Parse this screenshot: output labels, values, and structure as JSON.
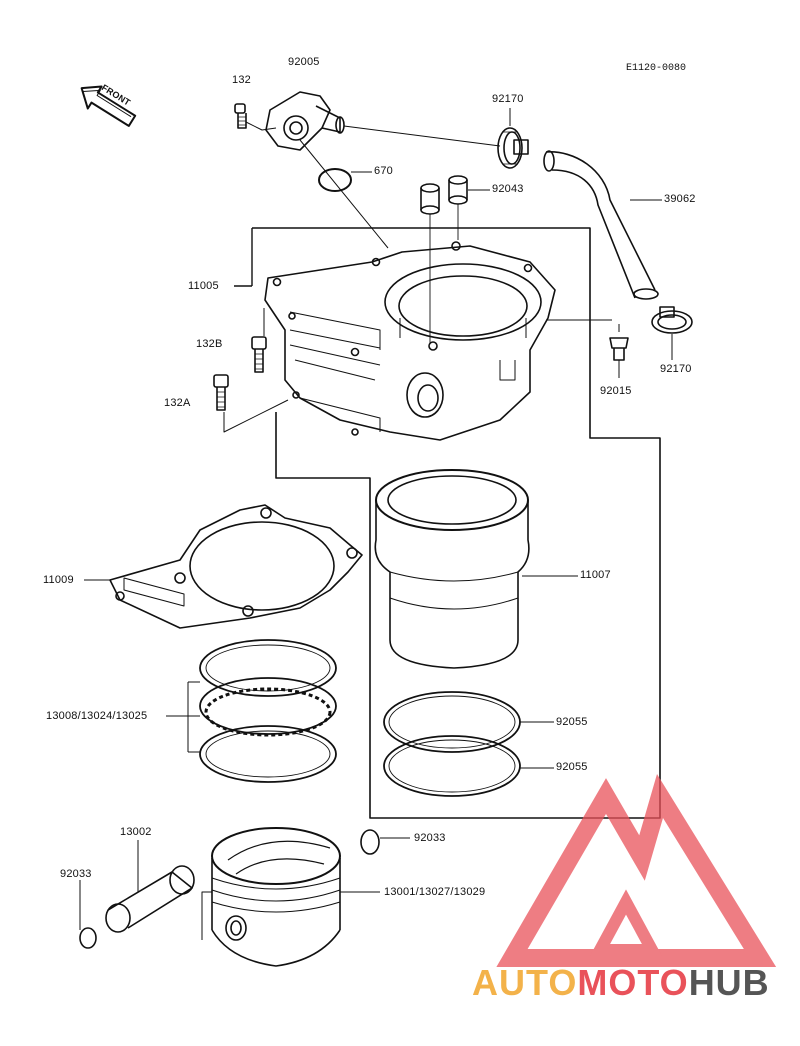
{
  "diagram_code": "E1120-0080",
  "direction_tag": "FRONT",
  "parts": {
    "bolt_132": "132",
    "fitting_92005": "92005",
    "oring_670": "670",
    "clamp_92170_top": "92170",
    "dowel_92043": "92043",
    "hose_39062": "39062",
    "cylinder_11005": "11005",
    "bolt_132B": "132B",
    "bolt_132A": "132A",
    "plug_92015": "92015",
    "clamp_92170_right": "92170",
    "gasket_11009": "11009",
    "sleeve_11007": "11007",
    "oring_92055_a": "92055",
    "oring_92055_b": "92055",
    "rings": "13008/13024/13025",
    "pin_13002": "13002",
    "circlip_92033_left": "92033",
    "circlip_92033_right": "92033",
    "piston": "13001/13027/13029"
  },
  "watermark": {
    "part1": "AUTO",
    "part2": "MOTO",
    "part3": "HUB",
    "colors": [
      "#f3b24a",
      "#e9525a",
      "#555555"
    ]
  }
}
